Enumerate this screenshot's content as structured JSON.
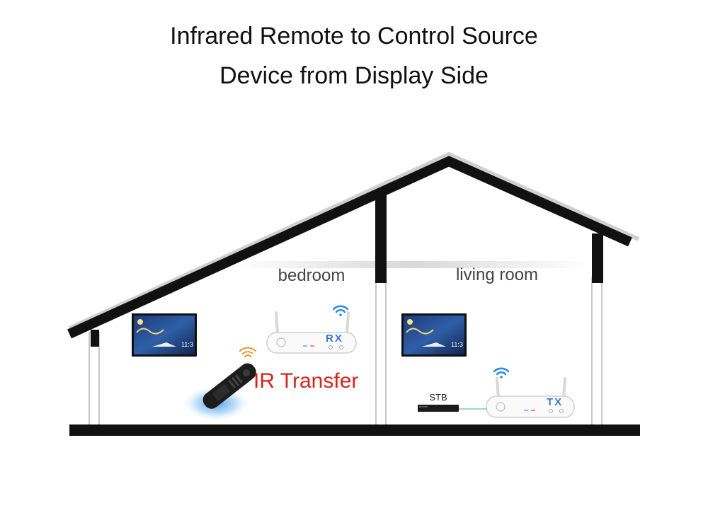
{
  "title": {
    "line1": "Infrared Remote to Control Source",
    "line2": "Device from Display Side"
  },
  "rooms": {
    "bedroom": "bedroom",
    "living_room": "living room"
  },
  "ir_transfer": "IR Transfer",
  "stb_label": "STB",
  "receiver_label": "RX",
  "transmitter_label": "TX",
  "tv_time": "11:3",
  "colors": {
    "roof": "#111111",
    "accent_red": "#d4251e",
    "wifi_blue": "#2a8ae0"
  }
}
